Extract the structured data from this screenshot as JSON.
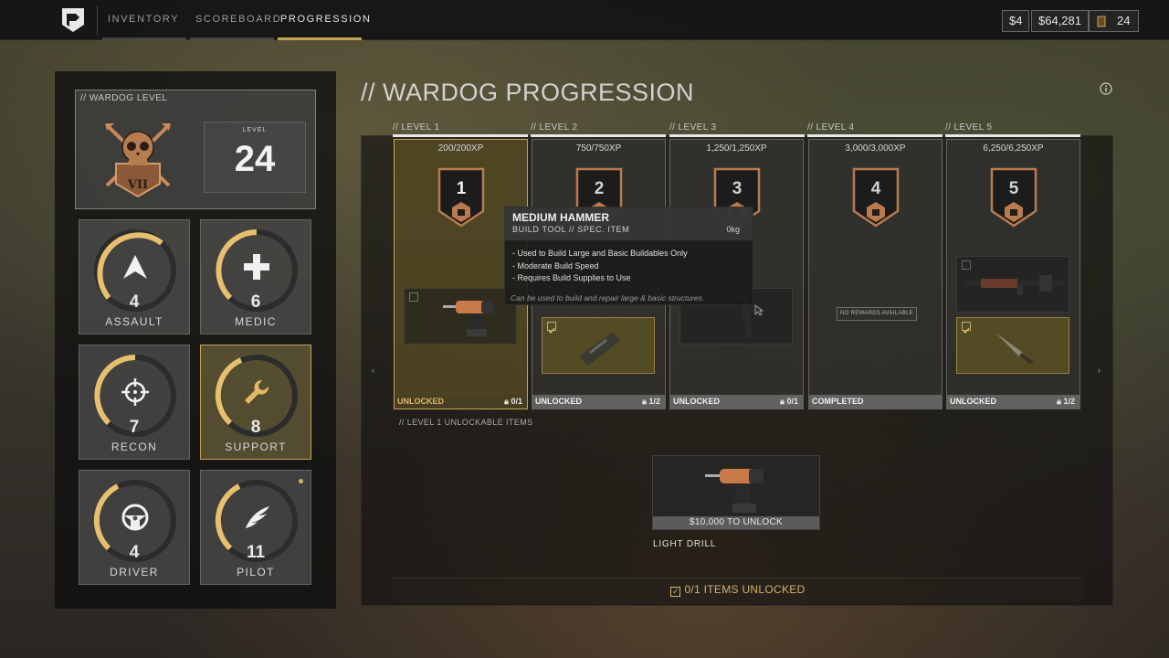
{
  "nav": {
    "tabs": [
      {
        "label": "INVENTORY",
        "active": false
      },
      {
        "label": "SCOREBOARD",
        "active": false
      },
      {
        "label": "PROGRESSION",
        "active": true
      }
    ]
  },
  "wallet": {
    "small": "$4",
    "cash": "$64,281",
    "tokens": "24"
  },
  "wardog": {
    "tag": "// WARDOG LEVEL",
    "level_label": "LEVEL",
    "level": "24",
    "badge_numeral": "VII"
  },
  "classes": [
    {
      "name": "ASSAULT",
      "level": "4",
      "icon": "chevron-up-icon"
    },
    {
      "name": "MEDIC",
      "level": "6",
      "icon": "plus-icon"
    },
    {
      "name": "RECON",
      "level": "7",
      "icon": "crosshair-icon"
    },
    {
      "name": "SUPPORT",
      "level": "8",
      "icon": "wrench-icon",
      "active": true
    },
    {
      "name": "DRIVER",
      "level": "4",
      "icon": "steering-wheel-icon"
    },
    {
      "name": "PILOT",
      "level": "11",
      "icon": "wing-icon",
      "notification": true
    }
  ],
  "progression": {
    "title": "// WARDOG PROGRESSION",
    "levels": [
      {
        "head": "// LEVEL 1",
        "xp": "200/200XP",
        "num": "1",
        "status": "UNLOCKED",
        "count": "0/1"
      },
      {
        "head": "// LEVEL 2",
        "xp": "750/750XP",
        "num": "2",
        "status": "UNLOCKED",
        "count": "1/2"
      },
      {
        "head": "// LEVEL 3",
        "xp": "1,250/1,250XP",
        "num": "3",
        "status": "UNLOCKED",
        "count": "0/1"
      },
      {
        "head": "// LEVEL 4",
        "xp": "3,000/3,000XP",
        "num": "4",
        "status": "COMPLETED",
        "count": ""
      },
      {
        "head": "// LEVEL 5",
        "xp": "6,250/6,250XP",
        "num": "5",
        "status": "UNLOCKED",
        "count": "1/2"
      }
    ],
    "no_rewards": "NO REWARDS AVAILABLE"
  },
  "tooltip": {
    "name": "MEDIUM HAMMER",
    "subtitle": "BUILD TOOL // SPEC. ITEM",
    "weight": "0kg",
    "bullets": [
      "- Used to Build Large and Basic Buildables Only",
      "- Moderate Build Speed",
      "- Requires Build Supplies to Use"
    ],
    "description": "Can be used to build and repair large & basic structures."
  },
  "unlockables": {
    "caption": "// LEVEL 1 UNLOCKABLE ITEMS",
    "item_price": "$10,000 TO UNLOCK",
    "item_name": "LIGHT DRILL",
    "summary": "0/1 ITEMS UNLOCKED"
  },
  "colors": {
    "accent": "#c9a15c",
    "gold_text": "#d6b26a"
  }
}
